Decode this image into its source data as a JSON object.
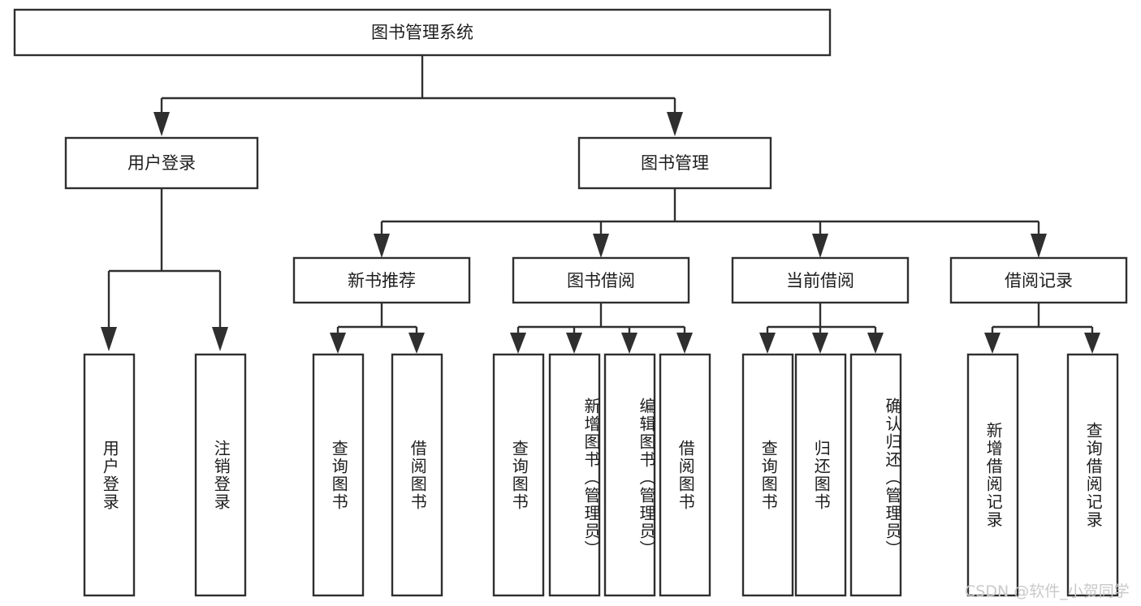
{
  "diagram": {
    "title": "图书管理系统",
    "type": "tree",
    "root": {
      "label": "图书管理系统"
    },
    "level2": [
      {
        "label": "用户登录"
      },
      {
        "label": "图书管理"
      }
    ],
    "level3": [
      {
        "label": "新书推荐"
      },
      {
        "label": "图书借阅"
      },
      {
        "label": "当前借阅"
      },
      {
        "label": "借阅记录"
      }
    ],
    "leaves": {
      "user_login": [
        {
          "label": "用户登录"
        },
        {
          "label": "注销登录"
        }
      ],
      "new_book_recommend": [
        {
          "label": "查询图书"
        },
        {
          "label": "借阅图书"
        }
      ],
      "book_borrow": [
        {
          "label": "查询图书"
        },
        {
          "label": "新增图书（管理员）"
        },
        {
          "label": "编辑图书（管理员）"
        },
        {
          "label": "借阅图书"
        }
      ],
      "current_borrow": [
        {
          "label": "查询图书"
        },
        {
          "label": "归还图书"
        },
        {
          "label": "确认归还（管理员）"
        }
      ],
      "borrow_record": [
        {
          "label": "新增借阅记录"
        },
        {
          "label": "查询借阅记录"
        }
      ]
    }
  },
  "watermark": {
    "text": "CSDN @软件_小贺同学"
  },
  "colors": {
    "stroke": "#2f2f2f",
    "fill": "#ffffff",
    "text": "#1d1d1d",
    "watermark": "#c9c9c9"
  }
}
